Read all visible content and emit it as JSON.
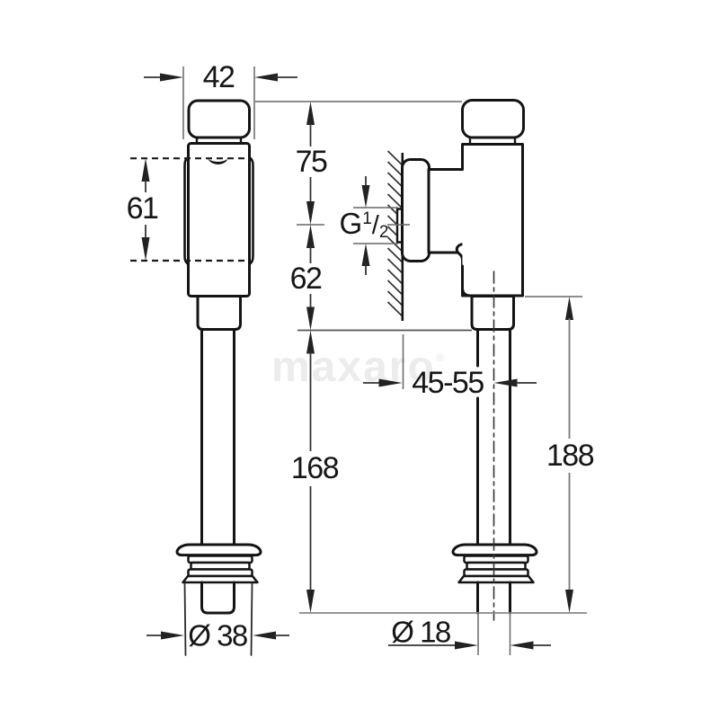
{
  "watermark": {
    "text": "maxaro",
    "reg": "®",
    "color": "#ececec"
  },
  "dims": {
    "d42": "42",
    "d61": "61",
    "d75": "75",
    "g_letter": "G",
    "g_num": "1",
    "g_slash": "/",
    "g_den": "2",
    "d62": "62",
    "d45_55": "45-55",
    "d168": "168",
    "d188": "188",
    "d38": "Ø 38",
    "d18": "Ø 18"
  },
  "colors": {
    "outline_ink": "#141414",
    "dimension_ink": "#333333",
    "reference_ink": "#777777",
    "watermark": "#ececec"
  }
}
